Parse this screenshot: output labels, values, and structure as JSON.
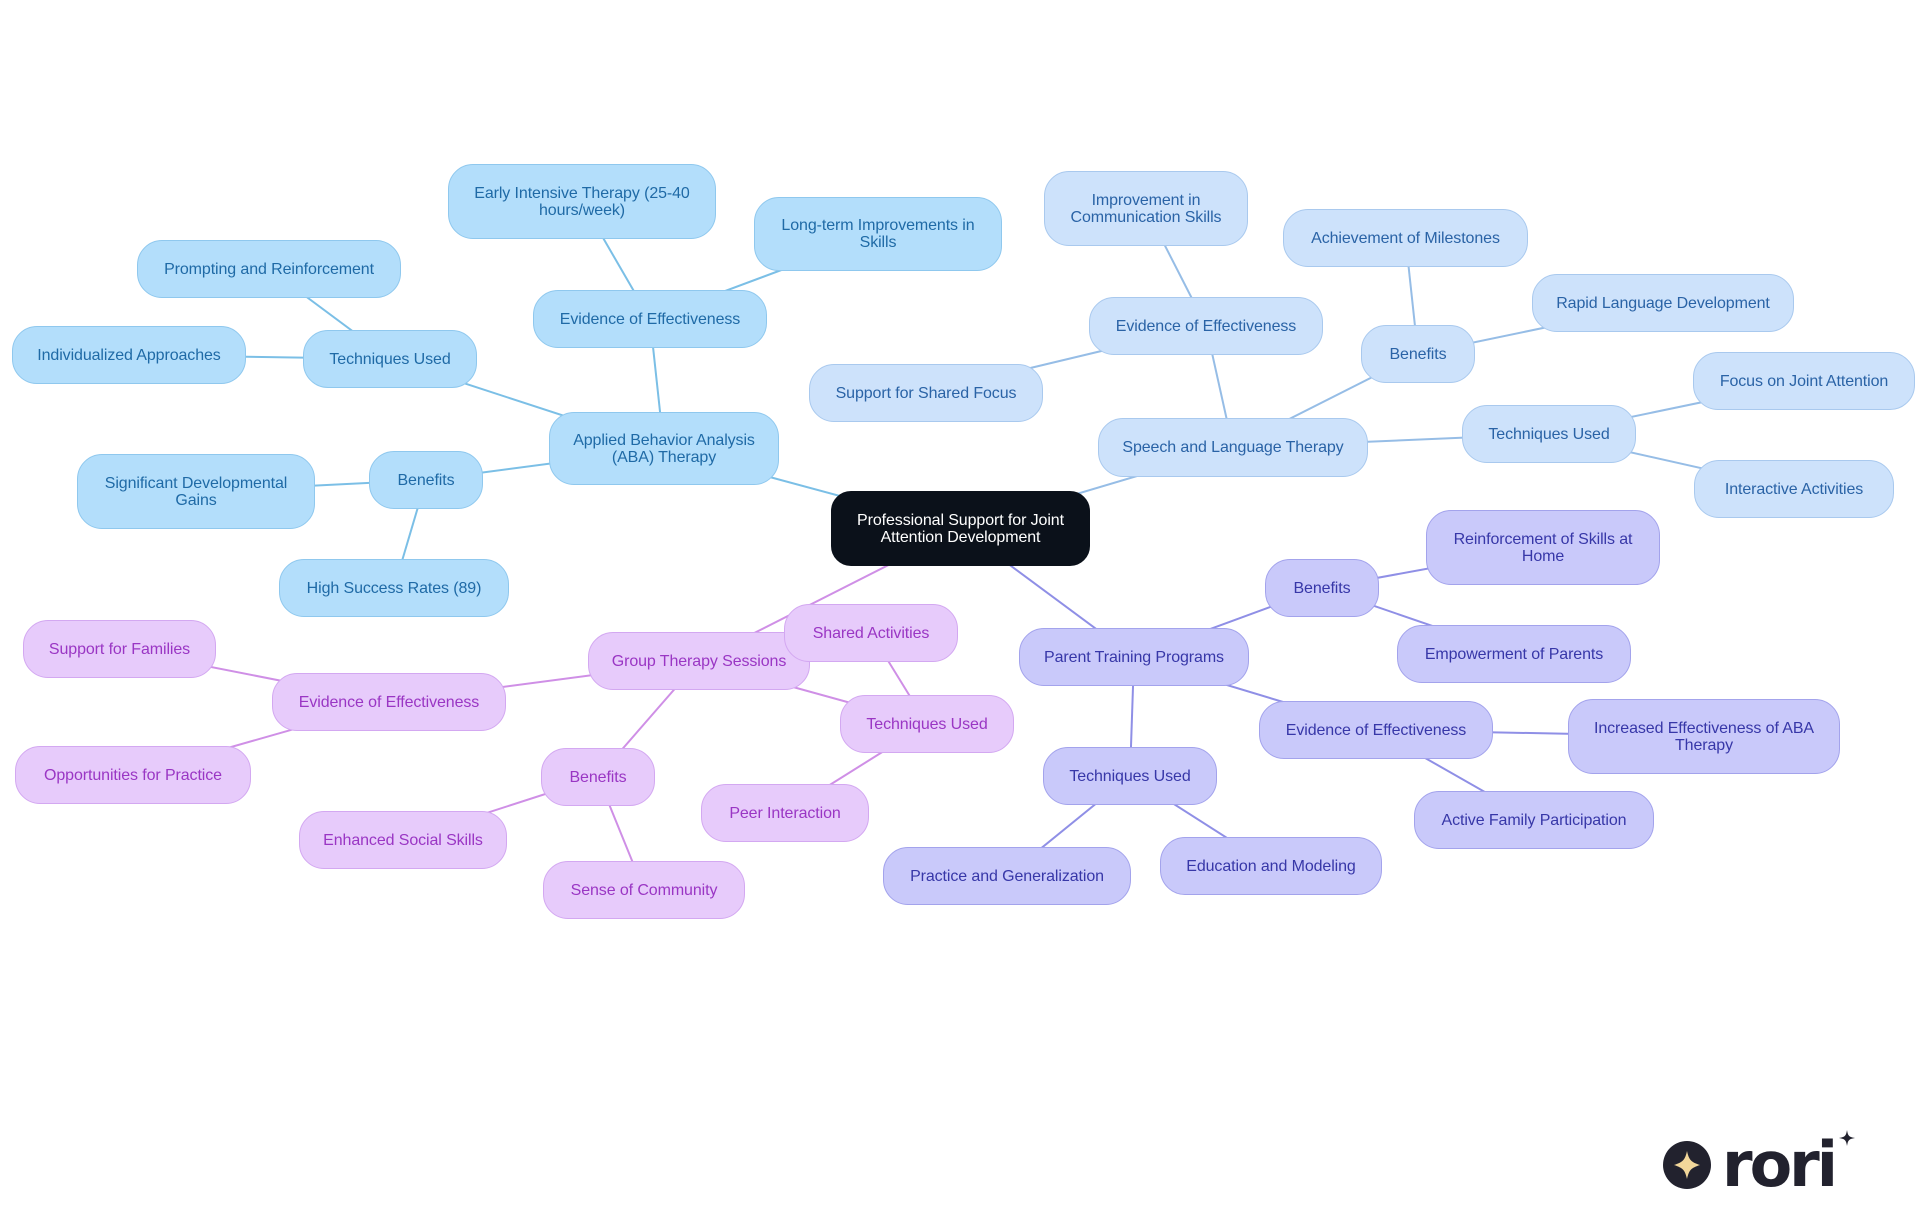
{
  "root": {
    "label": "Professional Support for Joint Attention Development"
  },
  "branches": {
    "aba": {
      "label": "Applied Behavior Analysis (ABA) Therapy",
      "evidence": "Evidence of Effectiveness",
      "early_intensive": "Early Intensive Therapy (25-40 hours/week)",
      "long_term": "Long-term Improvements in Skills",
      "techniques": "Techniques Used",
      "prompting": "Prompting and Reinforcement",
      "individualized": "Individualized Approaches",
      "benefits": "Benefits",
      "significant_gains": "Significant Developmental Gains",
      "success_rates": "High Success Rates (89)"
    },
    "speech": {
      "label": "Speech and Language Therapy",
      "evidence": "Evidence of Effectiveness",
      "communication": "Improvement in Communication Skills",
      "shared_focus": "Support for Shared Focus",
      "benefits": "Benefits",
      "milestones": "Achievement of Milestones",
      "rapid_language": "Rapid Language Development",
      "techniques": "Techniques Used",
      "joint_attention": "Focus on Joint Attention",
      "interactive": "Interactive Activities"
    },
    "parent": {
      "label": "Parent Training Programs",
      "benefits": "Benefits",
      "reinforcement_home": "Reinforcement of Skills at Home",
      "empowerment": "Empowerment of Parents",
      "evidence": "Evidence of Effectiveness",
      "aba_effectiveness": "Increased Effectiveness of ABA Therapy",
      "family_participation": "Active Family Participation",
      "techniques": "Techniques Used",
      "practice": "Practice and Generalization",
      "education": "Education and Modeling"
    },
    "group": {
      "label": "Group Therapy Sessions",
      "evidence": "Evidence of Effectiveness",
      "families": "Support for Families",
      "opportunities": "Opportunities for Practice",
      "benefits": "Benefits",
      "social_skills": "Enhanced Social Skills",
      "community": "Sense of Community",
      "techniques": "Techniques Used",
      "shared_activities": "Shared Activities",
      "peer_interaction": "Peer Interaction"
    }
  },
  "colors": {
    "aba_edge": "#7bbfe6",
    "speech_edge": "#96bde6",
    "parent_edge": "#8f8fe6",
    "group_edge": "#cf8fe6",
    "root_fill": "#0b111a"
  },
  "logo": {
    "wordmark": "rori"
  }
}
